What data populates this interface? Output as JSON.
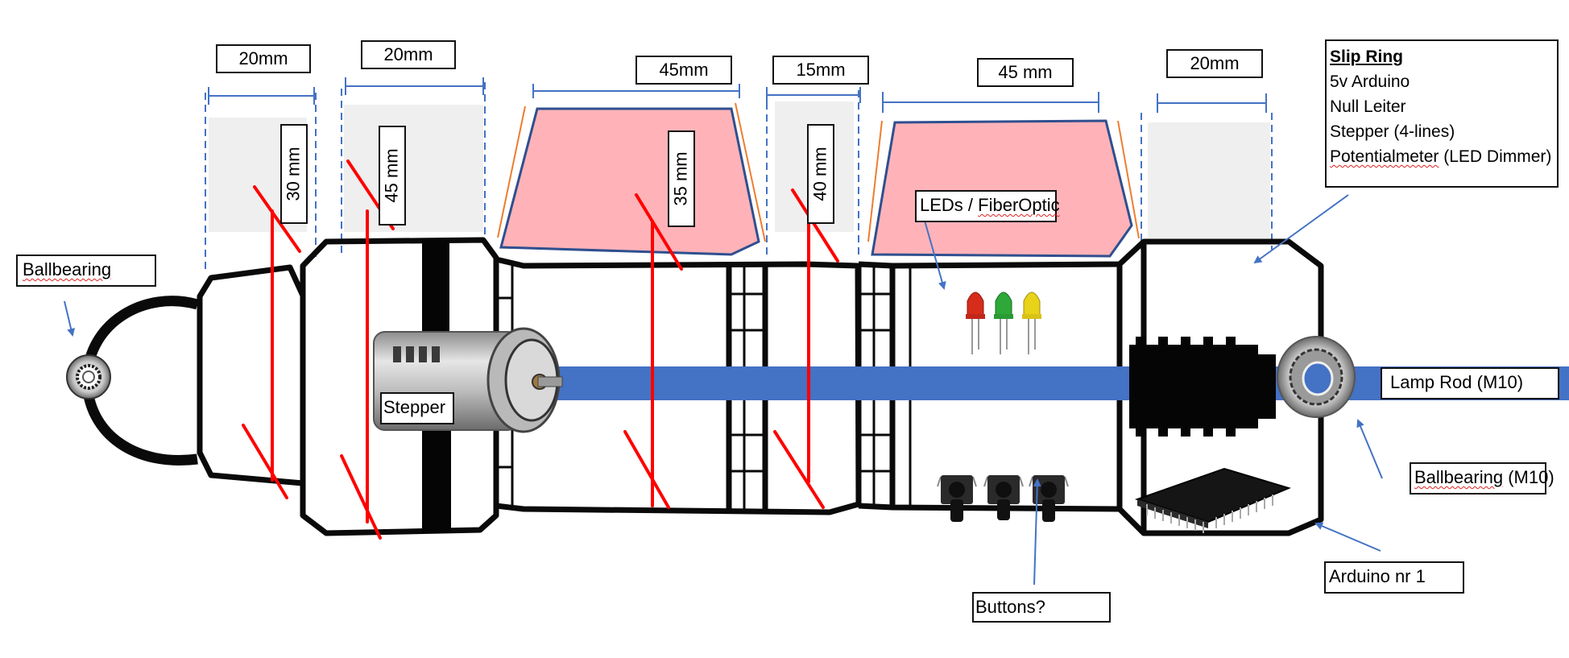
{
  "dimensions": {
    "seg1_width": "20mm",
    "seg2_width": "20mm",
    "seg3_width": "45mm",
    "seg4_width": "15mm",
    "seg5_width": "45 mm",
    "seg6_width": "20mm",
    "seg1_height": "30 mm",
    "seg2_height": "45 mm",
    "seg3_height": "35 mm",
    "seg4_height": "40 mm"
  },
  "labels": {
    "ballbearing_left": "Ballbearing",
    "stepper": "Stepper",
    "leds_part1": "LEDs / ",
    "leds_part2": "FiberOptic",
    "lamp_rod": "Lamp Rod (M10)",
    "ballbearing_right_word": "Ballbearing",
    "ballbearing_right_suffix": " (M10)",
    "arduino": "Arduino nr 1",
    "buttons": "Buttons?"
  },
  "slip_ring": {
    "title": "Slip Ring",
    "lines": [
      "5v Arduino",
      "Null Leiter",
      "Stepper (4-lines)"
    ],
    "pot_word": "Potentialmeter",
    "pot_suffix": " (LED Dimmer)"
  },
  "colors": {
    "rod": "#4472c4",
    "arrow": "#4472c4",
    "red_line": "#ff0000",
    "pink_fill": "#ffb3b8",
    "grey_fill": "#efefef",
    "orange_line": "#ed7d31",
    "led_red": "#d62c1a",
    "led_green": "#2fa83a",
    "led_yellow": "#e8d21a"
  }
}
